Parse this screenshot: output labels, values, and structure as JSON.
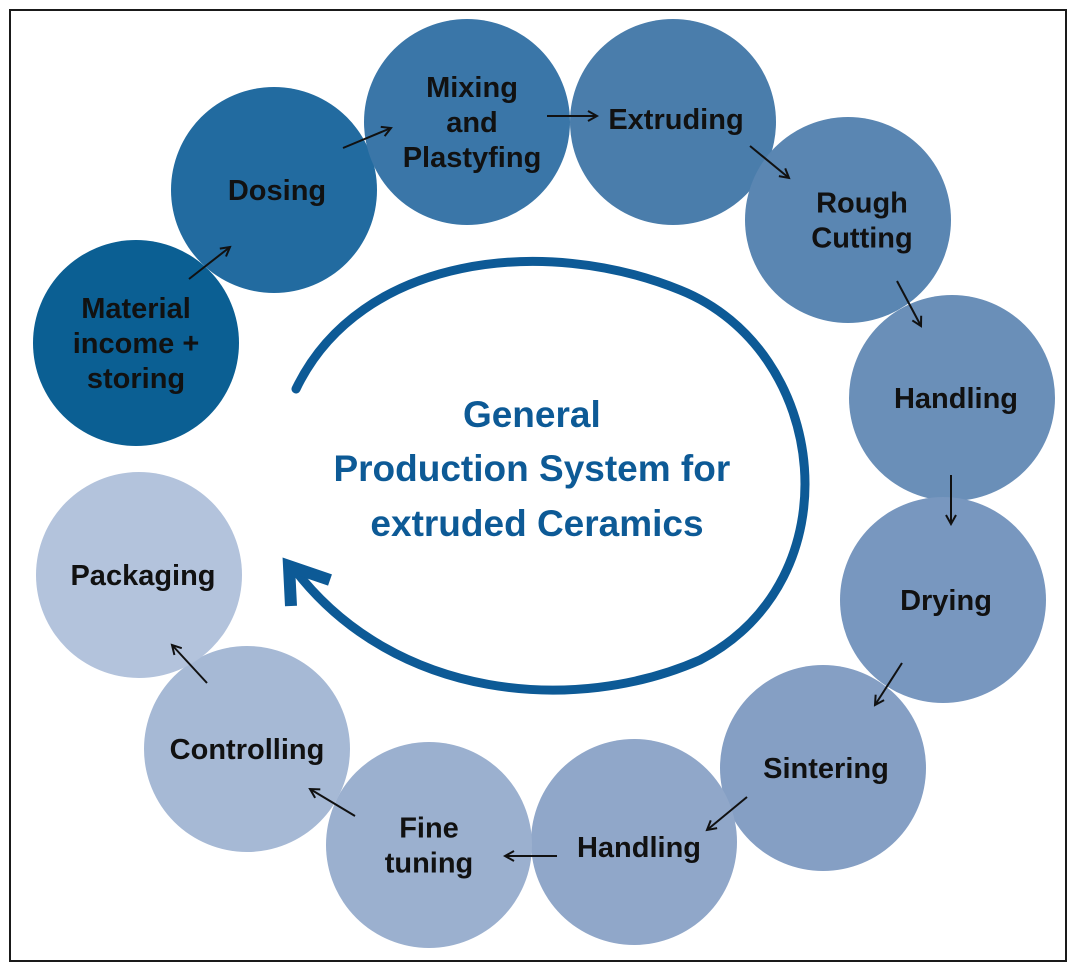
{
  "title_lines": [
    "General",
    "Production System for",
    "extruded Ceramics"
  ],
  "colors": {
    "title": "#0d5a96",
    "cycle_arrow": "#0d5a96",
    "connector": "#111111",
    "frame": "#1a1a1a"
  },
  "steps": [
    {
      "lines": [
        "Material",
        "income +",
        "storing"
      ],
      "color": "#0b5f93"
    },
    {
      "lines": [
        "Dosing"
      ],
      "color": "#226ba0"
    },
    {
      "lines": [
        "Mixing",
        "and",
        "Plastyfing"
      ],
      "color": "#3a76a8"
    },
    {
      "lines": [
        "Extruding"
      ],
      "color": "#4a7dab"
    },
    {
      "lines": [
        "Rough",
        "Cutting"
      ],
      "color": "#5a86b2"
    },
    {
      "lines": [
        "Handling"
      ],
      "color": "#6a8fb8"
    },
    {
      "lines": [
        "Drying"
      ],
      "color": "#7897bf"
    },
    {
      "lines": [
        "Sintering"
      ],
      "color": "#859fc4"
    },
    {
      "lines": [
        "Handling"
      ],
      "color": "#90a7c9"
    },
    {
      "lines": [
        "Fine",
        "tuning"
      ],
      "color": "#9bb0cf"
    },
    {
      "lines": [
        "Controlling"
      ],
      "color": "#a6b9d5"
    },
    {
      "lines": [
        "Packaging"
      ],
      "color": "#b3c3dc"
    }
  ]
}
